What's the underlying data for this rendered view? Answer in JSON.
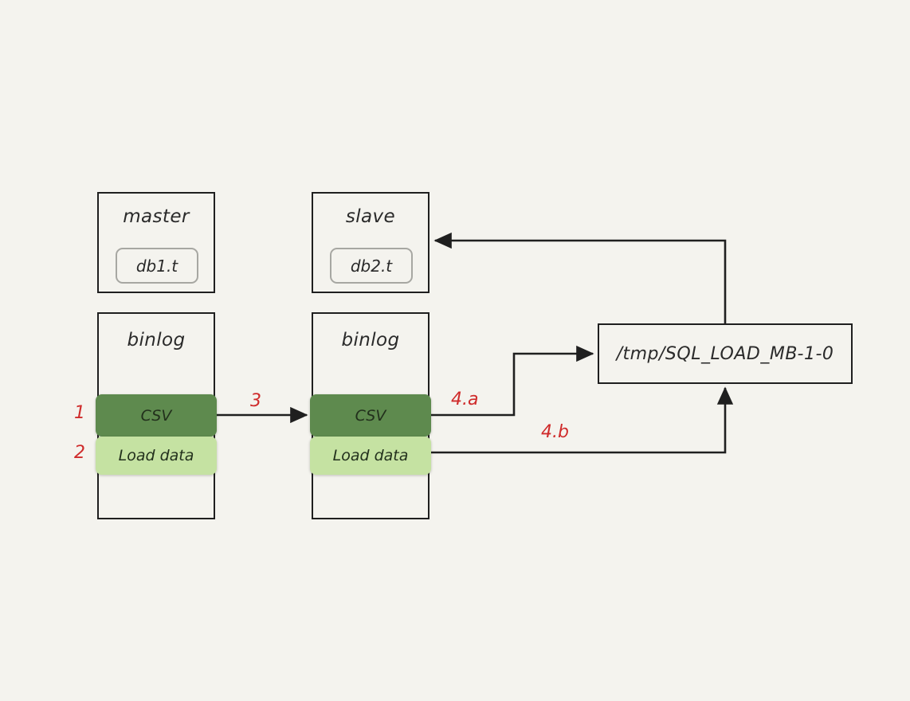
{
  "diagram": {
    "title_visible": false,
    "background_color": "#f4f3ee",
    "accent_color": "#cf2b2b",
    "csv_color": "#5e8a4e",
    "load_color": "#c5e2a2",
    "stroke_color": "#1f1f1f"
  },
  "nodes": {
    "master": {
      "label": "master",
      "table": "db1.t"
    },
    "slave": {
      "label": "slave",
      "table": "db2.t"
    },
    "master_binlog": {
      "label": "binlog",
      "events": [
        {
          "label": "CSV",
          "color": "#5e8a4e"
        },
        {
          "label": "Load data",
          "color": "#c5e2a2"
        }
      ]
    },
    "slave_binlog": {
      "label": "binlog",
      "events": [
        {
          "label": "CSV",
          "color": "#5e8a4e"
        },
        {
          "label": "Load data",
          "color": "#c5e2a2"
        }
      ]
    },
    "tmp_file": {
      "label": "/tmp/SQL_LOAD_MB-1-0"
    }
  },
  "step_labels": {
    "one": "1",
    "two": "2",
    "three": "3",
    "four_a": "4.a",
    "four_b": "4.b"
  }
}
